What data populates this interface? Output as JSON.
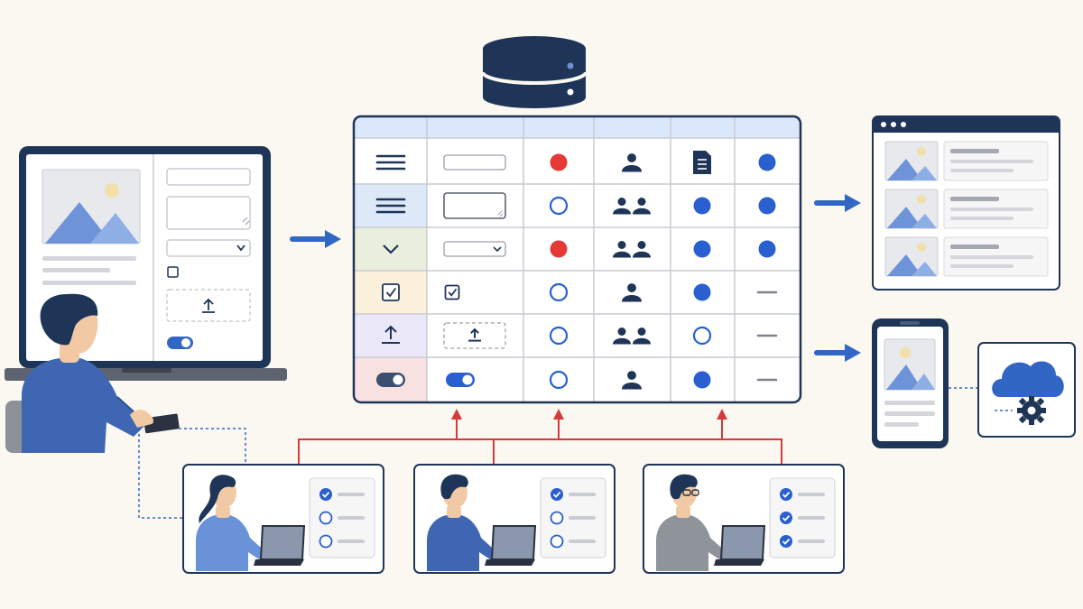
{
  "colors": {
    "background": "#fbf8f1",
    "navy": "#1f3557",
    "accent_blue": "#3266c4",
    "dot_blue": "#2a5fcf",
    "dot_red": "#e53935",
    "connector_red": "#d63a3a",
    "header_blue": "#dbe7fa",
    "row_blue": "#dde8f8",
    "row_green": "#e9eedd",
    "row_yellow": "#fbf0db",
    "row_purple": "#ebe8fa",
    "row_pink": "#f8e1e1",
    "grid_line": "#c9ccd3",
    "placeholder_gray": "#d4d6db"
  },
  "database": {
    "icon": "database-icon"
  },
  "designer": {
    "device": "laptop",
    "icons": [
      "image-placeholder-icon",
      "upload-icon",
      "toggle-icon",
      "checkbox-icon",
      "dropdown-icon"
    ]
  },
  "matrix": {
    "columns": 6,
    "rows": [
      {
        "control": "list-icon",
        "preview": "text-input",
        "status": "red-filled",
        "reviewers": "single-user-icon",
        "doc": "document-icon",
        "result": "blue-filled"
      },
      {
        "control": "list-icon",
        "preview": "textarea",
        "status": "open-circle",
        "reviewers": "group-icon",
        "doc": "blue-filled",
        "result": "blue-filled"
      },
      {
        "control": "dropdown-icon",
        "preview": "select",
        "status": "red-filled",
        "reviewers": "group-icon",
        "doc": "blue-filled",
        "result": "blue-filled"
      },
      {
        "control": "checkbox-icon",
        "preview": "checkbox",
        "status": "open-circle",
        "reviewers": "single-user-icon",
        "doc": "blue-filled",
        "result": "dash"
      },
      {
        "control": "upload-icon",
        "preview": "upload-zone",
        "status": "open-circle",
        "reviewers": "group-icon",
        "doc": "open-circle",
        "result": "dash"
      },
      {
        "control": "toggle-icon",
        "preview": "toggle",
        "status": "open-circle",
        "reviewers": "single-user-icon",
        "doc": "blue-filled",
        "result": "dash"
      }
    ]
  },
  "outputs": [
    {
      "kind": "browser-window",
      "cards": 3
    },
    {
      "kind": "mobile-phone"
    },
    {
      "kind": "cloud-service",
      "icon": "cloud-gear-icon"
    }
  ],
  "reviewers": [
    {
      "avatar": "reviewer-woman",
      "checks": [
        true,
        false,
        false
      ]
    },
    {
      "avatar": "reviewer-man",
      "checks": [
        true,
        false,
        false
      ]
    },
    {
      "avatar": "reviewer-man-glasses",
      "checks": [
        true,
        true,
        true
      ]
    }
  ]
}
